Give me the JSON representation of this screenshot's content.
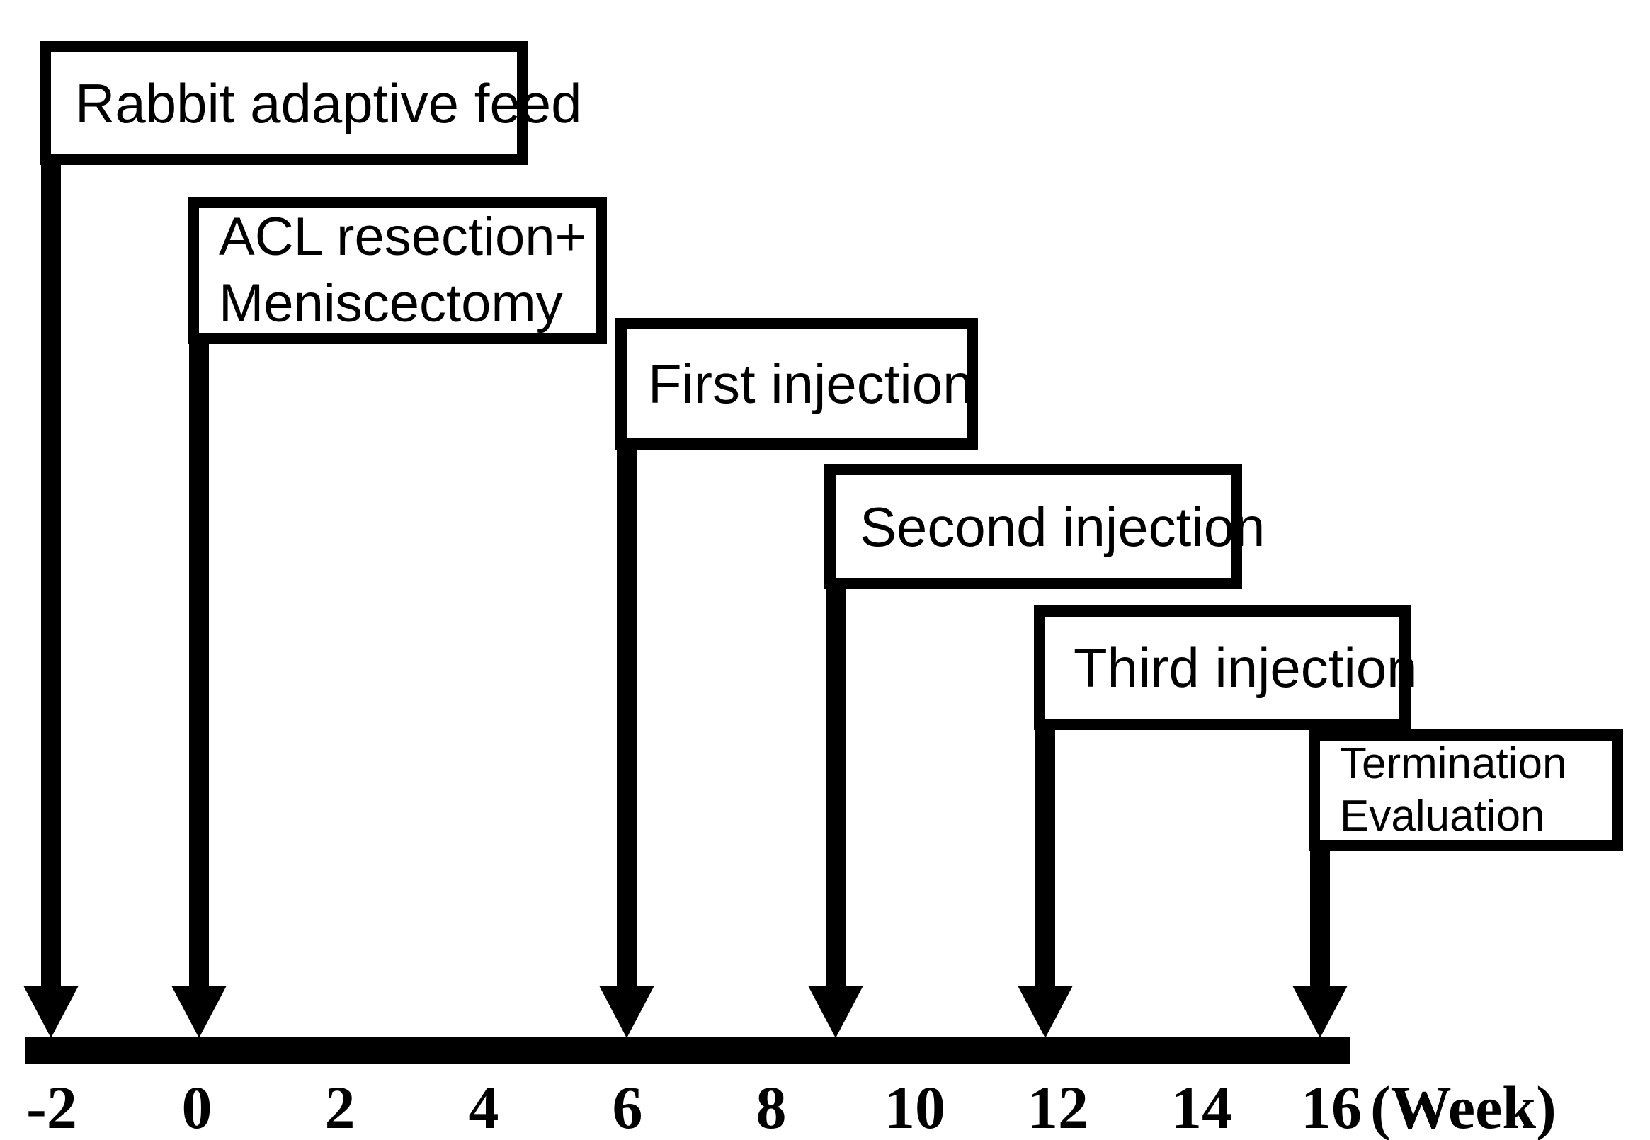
{
  "figure": {
    "description": "Study timeline diagram with labeled event boxes and arrows pointing to a week axis"
  },
  "events": [
    {
      "name": "rabbit-adaptive-feed",
      "lines": [
        "Rabbit adaptive feed"
      ],
      "week": -2
    },
    {
      "name": "acl-resection-meniscectomy",
      "lines": [
        "ACL resection+",
        "Meniscectomy"
      ],
      "week": 0
    },
    {
      "name": "first-injection",
      "lines": [
        "First injection"
      ],
      "week": 6
    },
    {
      "name": "second-injection",
      "lines": [
        "Second injection"
      ],
      "week": 9
    },
    {
      "name": "third-injection",
      "lines": [
        "Third injection"
      ],
      "week": 12
    },
    {
      "name": "termination-evaluation",
      "lines": [
        "Termination",
        "Evaluation"
      ],
      "week": 16
    }
  ],
  "timeline": {
    "ticks": [
      "-2",
      "0",
      "2",
      "4",
      "6",
      "8",
      "10",
      "12",
      "14",
      "16"
    ],
    "unit_label": "(Week)"
  },
  "chart_data": {
    "type": "table",
    "title": "Experimental schedule (weeks)",
    "x": [
      -2,
      0,
      6,
      9,
      12,
      16
    ],
    "events": [
      "Rabbit adaptive feed",
      "ACL resection+ Meniscectomy",
      "First injection",
      "Second injection",
      "Third injection",
      "Termination Evaluation"
    ],
    "axis_range": [
      -2,
      16
    ],
    "axis_tick_step": 2
  },
  "colors": {
    "ink": "#000000",
    "background": "#ffffff"
  }
}
